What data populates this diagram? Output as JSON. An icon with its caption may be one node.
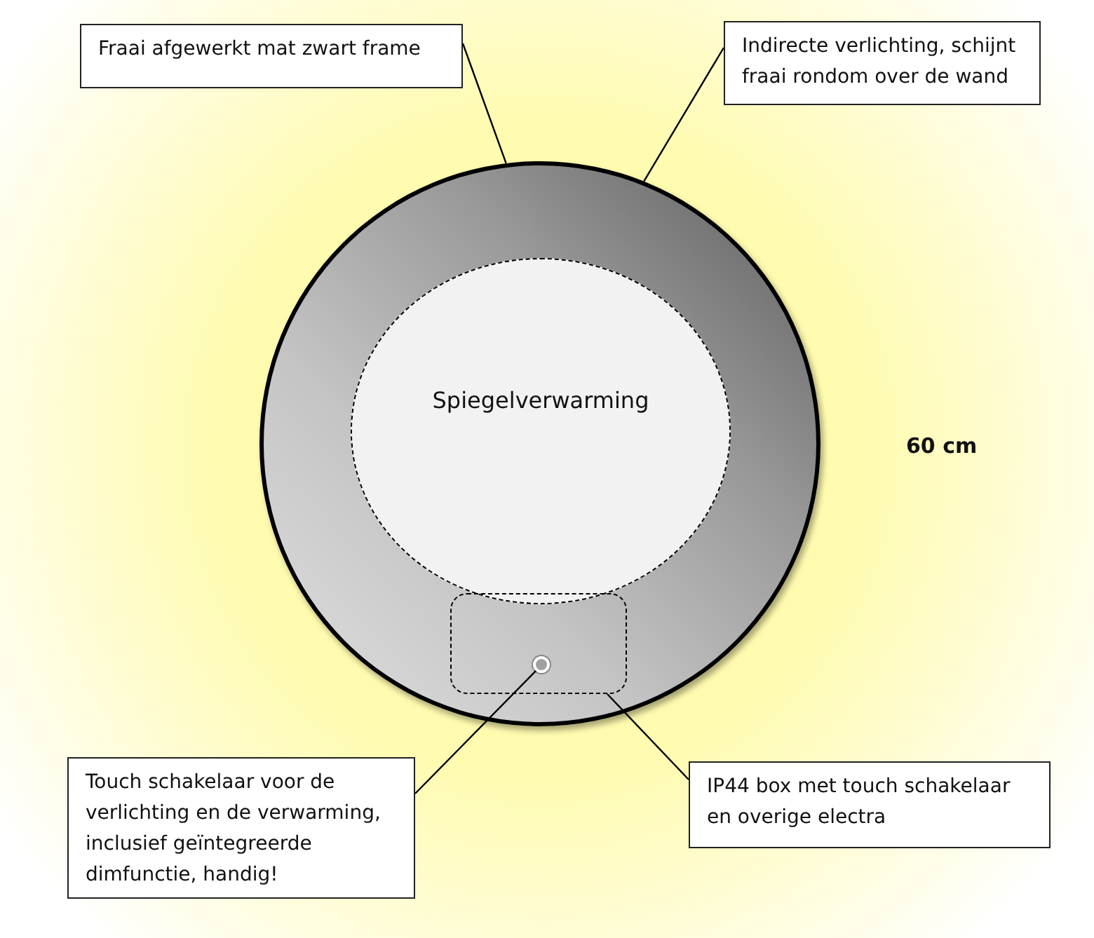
{
  "diagram": {
    "nodes": [
      {
        "text": [
          "Fraai afgewerkt mat zwart frame"
        ]
      },
      {
        "text": [
          "Indirecte verlichting, schijnt fraai rondom over de wand"
        ]
      },
      {
        "text": [],
        "shape": "circle"
      },
      {
        "text": [
          "Spiegelverwarming"
        ],
        "in": 2
      },
      {
        "text": [],
        "shape": "box",
        "in": 2
      },
      {
        "text": [],
        "shape": "circle",
        "in": 4
      },
      {
        "text": [
          "Touch schakelaar voor de verlichting en de verwarming, inclusief geïntegreerde dimfunctie, handig!"
        ]
      },
      {
        "text": [
          "IP44 box met touch schakelaar en overige electra"
        ]
      }
    ],
    "edges": [
      {
        "from": 0,
        "to": 2,
        "arrow": "none"
      },
      {
        "from": 1,
        "to": 2,
        "arrow": "none"
      },
      {
        "from": 6,
        "to": 5,
        "arrow": "none"
      },
      {
        "from": 7,
        "to": 4,
        "arrow": "none"
      }
    ],
    "labels": [
      "60 cm"
    ]
  }
}
